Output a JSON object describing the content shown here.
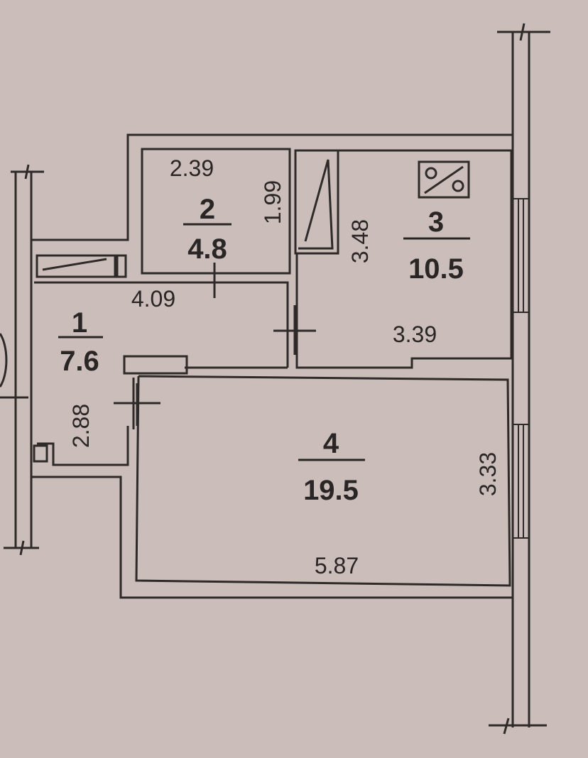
{
  "rooms": [
    {
      "number": "1",
      "area": "7.6"
    },
    {
      "number": "2",
      "area": "4.8"
    },
    {
      "number": "3",
      "area": "10.5"
    },
    {
      "number": "4",
      "area": "19.5"
    }
  ],
  "dimensions": {
    "room2_width": "2.39",
    "room2_depth": "1.99",
    "room1_width": "4.09",
    "room1_depth": "2.88",
    "room3_width": "3.39",
    "room3_depth": "3.48",
    "room4_width": "5.87",
    "room4_depth": "3.33"
  },
  "symbols": {
    "stove": "stove-icon"
  }
}
